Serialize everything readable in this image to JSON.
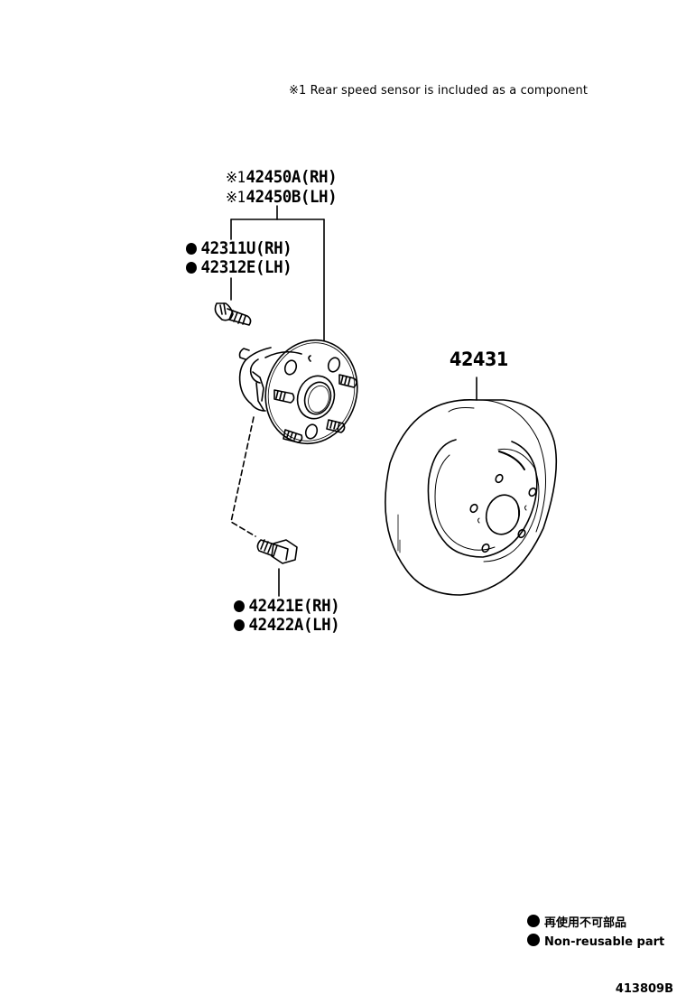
{
  "note": {
    "mark": "※1",
    "text": "Rear speed sensor is included as a component"
  },
  "parts": {
    "hub_bearing": {
      "mark": "※1",
      "rh": "42450A(RH)",
      "lh": "42450B(LH)"
    },
    "hub_bolt": {
      "symbol": "non-reusable",
      "rh": "42311U(RH)",
      "lh": "42312E(LH)"
    },
    "mounting_bolt": {
      "symbol": "non-reusable",
      "rh": "42421E(RH)",
      "lh": "42422A(LH)"
    },
    "disc": {
      "number": "42431"
    }
  },
  "legend": {
    "items": [
      {
        "symbol": "filled-circle",
        "label": "再使用不可部品"
      },
      {
        "symbol": "filled-circle",
        "label": "Non-reusable part"
      }
    ]
  },
  "diagram_code": "413809B",
  "colors": {
    "line": "#000000",
    "background": "#ffffff"
  }
}
